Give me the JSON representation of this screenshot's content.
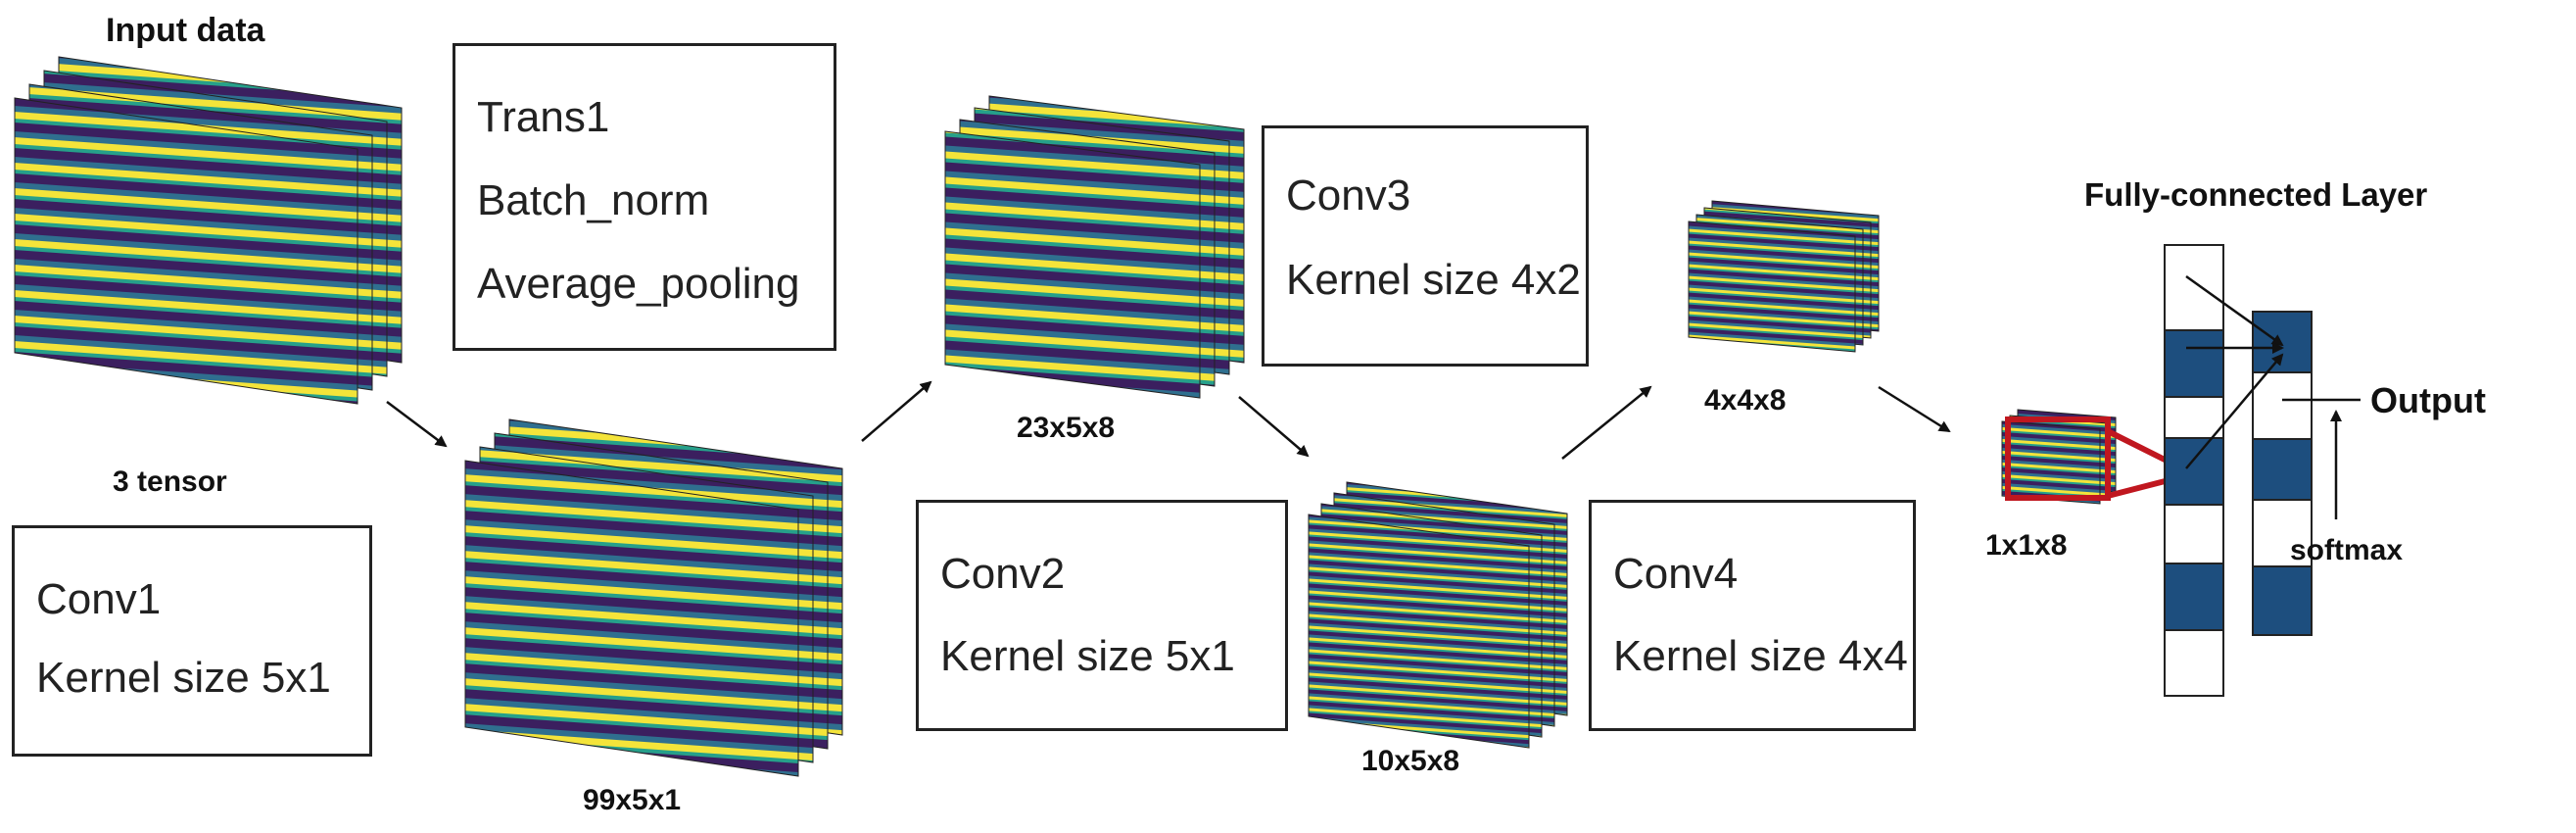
{
  "input": {
    "title": "Input data",
    "caption": "3 tensor"
  },
  "boxes": {
    "conv1": {
      "line1": "Conv1",
      "line2": "Kernel size 5x1"
    },
    "trans1": {
      "line1": "Trans1",
      "line2": "Batch_norm",
      "line3": "Average_pooling"
    },
    "conv2": {
      "line1": "Conv2",
      "line2": "Kernel size 5x1"
    },
    "conv3": {
      "line1": "Conv3",
      "line2": "Kernel size 4x2"
    },
    "conv4": {
      "line1": "Conv4",
      "line2": "Kernel size 4x4"
    }
  },
  "shapes": {
    "s1": "99x5x1",
    "s2": "23x5x8",
    "s3": "10x5x8",
    "s4": "4x4x8",
    "s5": "1x1x8"
  },
  "fc": {
    "title": "Fully-connected Layer",
    "output": "Output",
    "activation": "softmax"
  },
  "colors": {
    "feature_dark": "#3b1f5f",
    "feature_mid": "#2f6f8f",
    "feature_teal": "#26a08a",
    "feature_yellow": "#f4e43a",
    "neuron_fill": "#1d4e7e",
    "highlight": "#c0171f"
  }
}
